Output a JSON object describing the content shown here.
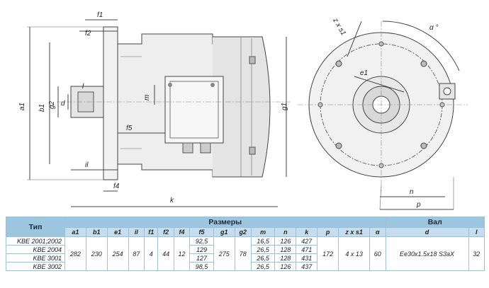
{
  "drawing": {
    "side_labels": {
      "f1": "f1",
      "f2": "f2",
      "a1": "a1",
      "b1": "b1",
      "g2": "g2",
      "d": "d",
      "l": "l",
      "m": "m",
      "f5": "f5",
      "g1": "g1",
      "il": "il",
      "f4": "f4",
      "k": "k"
    },
    "front_labels": {
      "zxs1": "z x s1",
      "alpha": "α °",
      "e1": "e1",
      "n": "n",
      "p": "p"
    }
  },
  "table": {
    "headers": {
      "type": "Тип",
      "sizes": "Размеры",
      "shaft": "Вал"
    },
    "columns": [
      "a1",
      "b1",
      "e1",
      "il",
      "f1",
      "f2",
      "f4",
      "f5",
      "g1",
      "g2",
      "m",
      "n",
      "k",
      "p",
      "z x s1",
      "α",
      "d",
      "l"
    ],
    "types": [
      "KBE 2001;2002",
      "KBE 2004",
      "KBE 3001",
      "KBE 3002"
    ],
    "shared": {
      "a1": "282",
      "b1": "230",
      "e1": "254",
      "il": "87",
      "f1": "4",
      "f2": "44",
      "f4": "12",
      "g1": "275",
      "g2": "78",
      "p": "172",
      "zxs1": "4 x 13",
      "alpha": "60",
      "d": "Ee30x1.5x18 S3aX",
      "l": "32"
    },
    "f5": [
      "92,5",
      "129",
      "127",
      "98,5"
    ],
    "m": [
      "16,5",
      "26,5",
      "26,5",
      "26,5"
    ],
    "n": [
      "126",
      "128",
      "128",
      "126"
    ],
    "k": [
      "427",
      "471",
      "431",
      "437"
    ]
  }
}
